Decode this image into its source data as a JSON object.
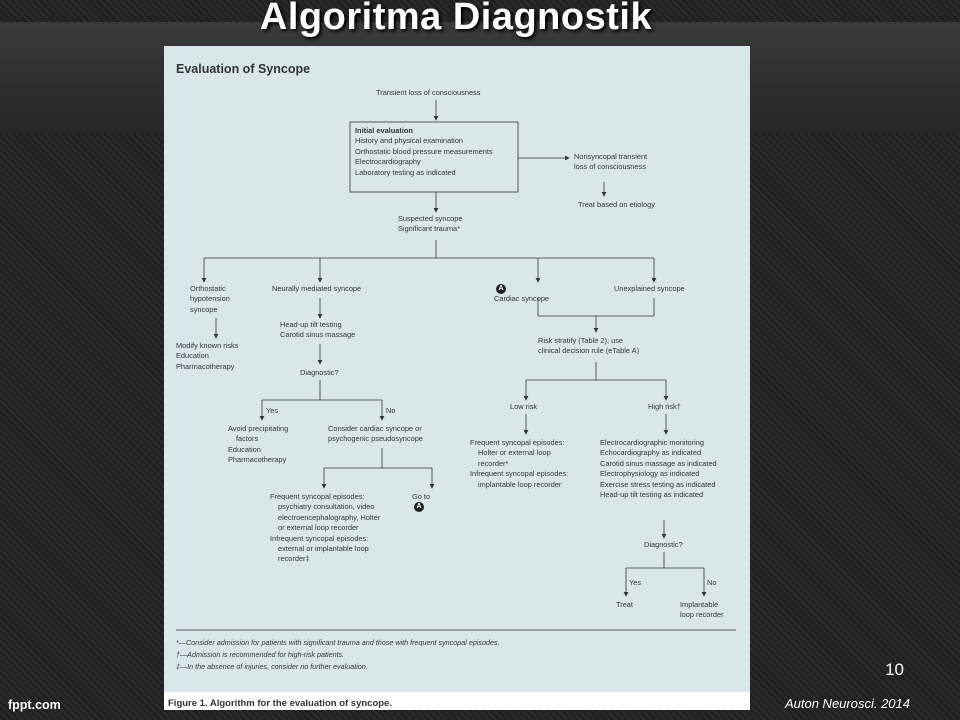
{
  "slide": {
    "title": "Algoritma Diagnostik",
    "page_number": "10",
    "citation": "Auton Neurosci. 2014",
    "brand": "fppt.com"
  },
  "figure": {
    "title": "Evaluation of Syncope",
    "caption": "Figure 1. Algorithm for the evaluation of syncope.",
    "badge_letter": "A",
    "nodes": {
      "transient": "Transient loss of consciousness",
      "initial_title": "Initial evaluation",
      "initial_items": [
        "History and physical examination",
        "Orthostatic blood pressure measurements",
        "Electrocardiography",
        "Laboratory testing as indicated"
      ],
      "nonsyncopal": [
        "Nonsyncopal transient",
        "loss of consciousness"
      ],
      "treat_etiology": "Treat based on etiology",
      "suspected": [
        "Suspected syncope",
        "Significant trauma*"
      ],
      "orthostatic": [
        "Orthostatic",
        "hypotension",
        "syncope"
      ],
      "orthostatic_mgmt": [
        "Modify known risks",
        "Education",
        "Pharmacotherapy"
      ],
      "neural": "Neurally mediated syncope",
      "tilt": [
        "Head-up tilt testing",
        "Carotid sinus massage"
      ],
      "diagnostic": "Diagnostic?",
      "yes": "Yes",
      "no": "No",
      "avoid": [
        "Avoid precipitating",
        "factors",
        "Education",
        "Pharmacotherapy"
      ],
      "consider": [
        "Consider cardiac syncope or",
        "psychogenic pseudosyncope"
      ],
      "frequent_psych": [
        "Frequent syncopal episodes:",
        "psychiatry consultation, video",
        "electroencephalography, Holter",
        "or external loop recorder",
        "Infrequent syncopal episodes:",
        "external or implantable loop",
        "recorder‡"
      ],
      "goto": "Go to",
      "cardiac": "Cardiac syncope",
      "unexplained": "Unexplained syncope",
      "risk": [
        "Risk stratify (Table 2); use",
        "clinical decision rule (eTable A)"
      ],
      "low_risk": "Low risk",
      "high_risk": "High risk†",
      "low_mgmt": [
        "Frequent syncopal episodes:",
        "Holter or external loop",
        "recorder*",
        "Infrequent syncopal episodes:",
        "implantable loop recorder"
      ],
      "high_mgmt": [
        "Electrocardiographic monitoring",
        "Echocardiography as indicated",
        "Carotid sinus massage as indicated",
        "Electrophysiology as indicated",
        "Exercise stress testing as indicated",
        "Head-up tilt testing as indicated"
      ],
      "diagnostic2": "Diagnostic?",
      "yes2": "Yes",
      "no2": "No",
      "treat": "Treat",
      "implantable": [
        "Implantable",
        "loop recorder"
      ]
    },
    "footnotes": [
      "*—Consider admission for patients with significant trauma and those with frequent syncopal episodes.",
      "†—Admission is recommended for high-risk patients.",
      "‡—In the absence of injuries, consider no further evaluation."
    ]
  }
}
